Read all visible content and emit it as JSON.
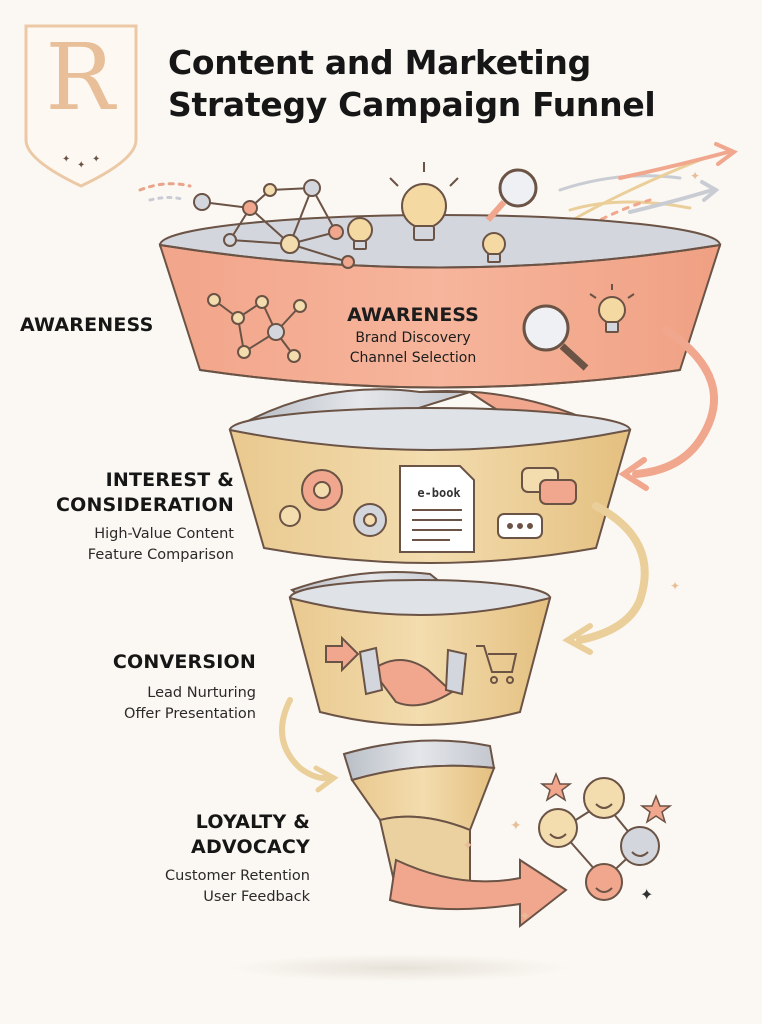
{
  "logo": {
    "letter": "R"
  },
  "title": {
    "line1": "Content and Marketing",
    "line2": "Strategy Campaign Funnel"
  },
  "stages": {
    "awareness": {
      "side_label": "AWARENESS",
      "center_label": "AWARENESS",
      "item1": "Brand Discovery",
      "item2": "Channel Selection"
    },
    "interest": {
      "label_line1": "INTEREST &",
      "label_line2": "CONSIDERATION",
      "item1": "High-Value Content",
      "item2": "Feature Comparison"
    },
    "conversion": {
      "label": "CONVERSION",
      "item1": "Lead Nurturing",
      "item2": "Offer Presentation"
    },
    "loyalty": {
      "label_line1": "LOYALTY &",
      "label_line2": "ADVOCACY",
      "item1": "Customer Retention",
      "item2": "User Feedback"
    }
  },
  "ebook_label": "e-book",
  "colors": {
    "coral": "#f0a78e",
    "gold": "#ebcf9a",
    "silver": "#c9cdd3",
    "outline": "#6b5346",
    "background": "#fbf8f3"
  }
}
